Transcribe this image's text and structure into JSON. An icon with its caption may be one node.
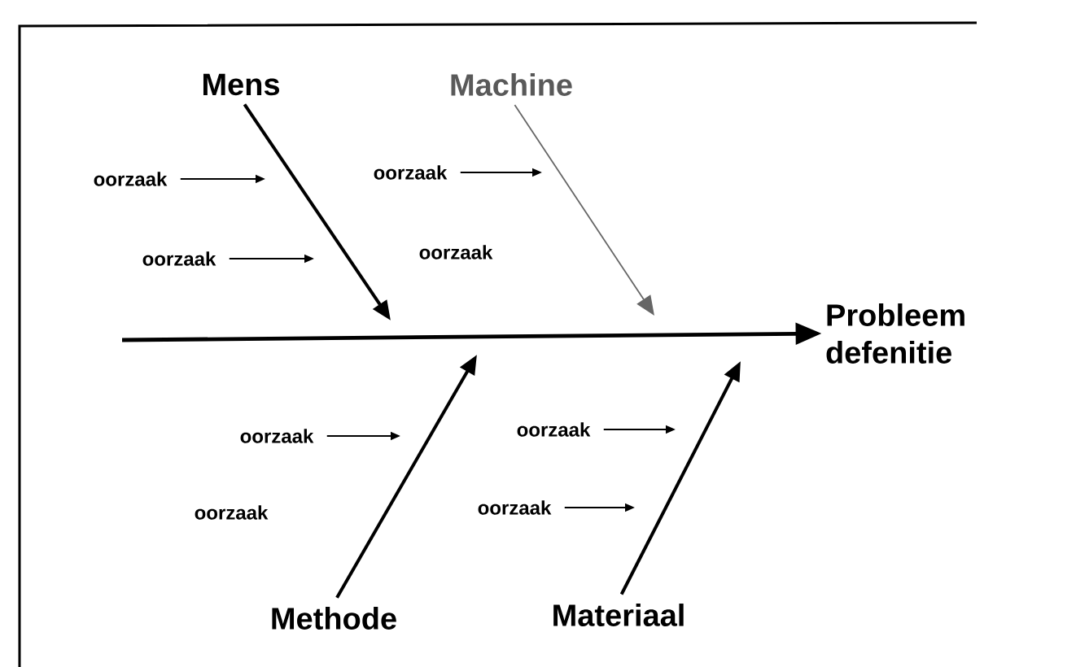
{
  "diagram": {
    "nodes": [
      {
        "text": [
          "Mens"
        ]
      },
      {
        "text": [
          "Machine"
        ]
      },
      {
        "text": [
          "Probleem defenitie"
        ]
      },
      {
        "text": [
          "Methode"
        ]
      },
      {
        "text": [
          "Materiaal"
        ]
      },
      {
        "text": [
          "oorzaak"
        ]
      },
      {
        "text": [
          "oorzaak"
        ]
      },
      {
        "text": [
          "oorzaak"
        ]
      },
      {
        "text": [
          "oorzaak"
        ]
      },
      {
        "text": [
          "oorzaak"
        ]
      },
      {
        "text": [
          "oorzaak"
        ]
      }
    ],
    "edges": [
      {
        "from": null,
        "to": 2,
        "arrow": "to"
      },
      {
        "from": 0,
        "to": null,
        "arrow": "to"
      },
      {
        "from": 1,
        "to": null,
        "arrow": "to",
        "color": "#666666"
      },
      {
        "from": 3,
        "to": null,
        "arrow": "to"
      },
      {
        "from": 4,
        "to": null,
        "arrow": "to"
      },
      {
        "from": 5,
        "to": null,
        "arrow": "to"
      },
      {
        "from": 6,
        "to": null,
        "arrow": "to"
      },
      {
        "from": 7,
        "to": null,
        "arrow": "to"
      },
      {
        "from": 8,
        "to": null,
        "arrow": "to"
      },
      {
        "from": 9,
        "to": null,
        "arrow": "to"
      },
      {
        "from": 10,
        "to": null,
        "arrow": "to"
      }
    ],
    "labels": [
      "oorzaak",
      "oorzaak"
    ]
  }
}
